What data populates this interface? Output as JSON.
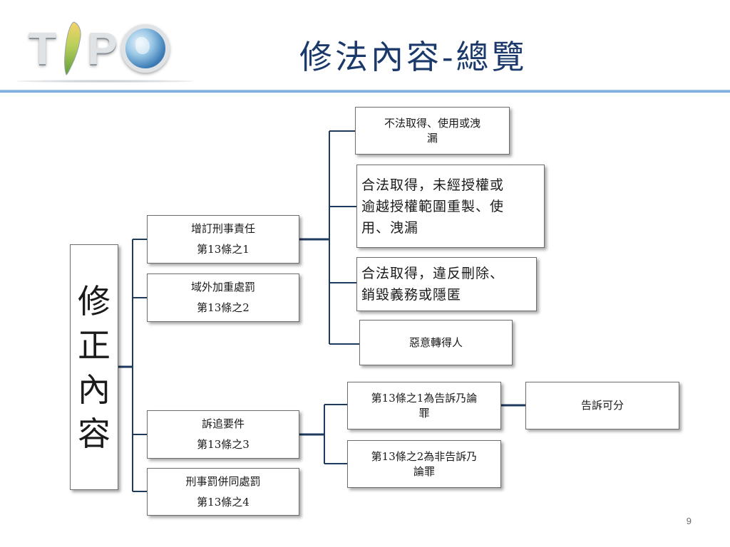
{
  "header": {
    "logo_text": "TIPO",
    "title": "修法內容-總覽"
  },
  "diagram": {
    "root": {
      "label": "修正內容",
      "chars": [
        "修",
        "正",
        "內",
        "容"
      ]
    },
    "level1": [
      {
        "title": "增訂刑事責任",
        "article": "第13條之1"
      },
      {
        "title": "域外加重處罰",
        "article": "第13條之2"
      },
      {
        "title": "訴追要件",
        "article": "第13條之3"
      },
      {
        "title": "刑事罰併同處罰",
        "article": "第13條之4"
      }
    ],
    "criminal_liability_items": [
      {
        "line1": "不法取得、使用或洩",
        "line2": "漏"
      },
      {
        "line1": "合法取得，未經授權或",
        "line2": "逾越授權範圍重製、使",
        "line3": "用、洩漏"
      },
      {
        "line1": "合法取得，違反刪除、",
        "line2": "銷毀義務或隱匿"
      },
      {
        "line1": "惡意轉得人"
      }
    ],
    "prosecution_items": [
      {
        "line1": "第13條之1為告訴乃論",
        "line2": "罪"
      },
      {
        "line1": "第13條之2為非告訴乃",
        "line2": "論罪"
      }
    ],
    "complaint_note": "告訴可分"
  },
  "footer": {
    "page_number": "9"
  },
  "colors": {
    "title": "#1b3a6b",
    "connector": "#1f3a5f",
    "header_rule": "#6aa3d8"
  }
}
